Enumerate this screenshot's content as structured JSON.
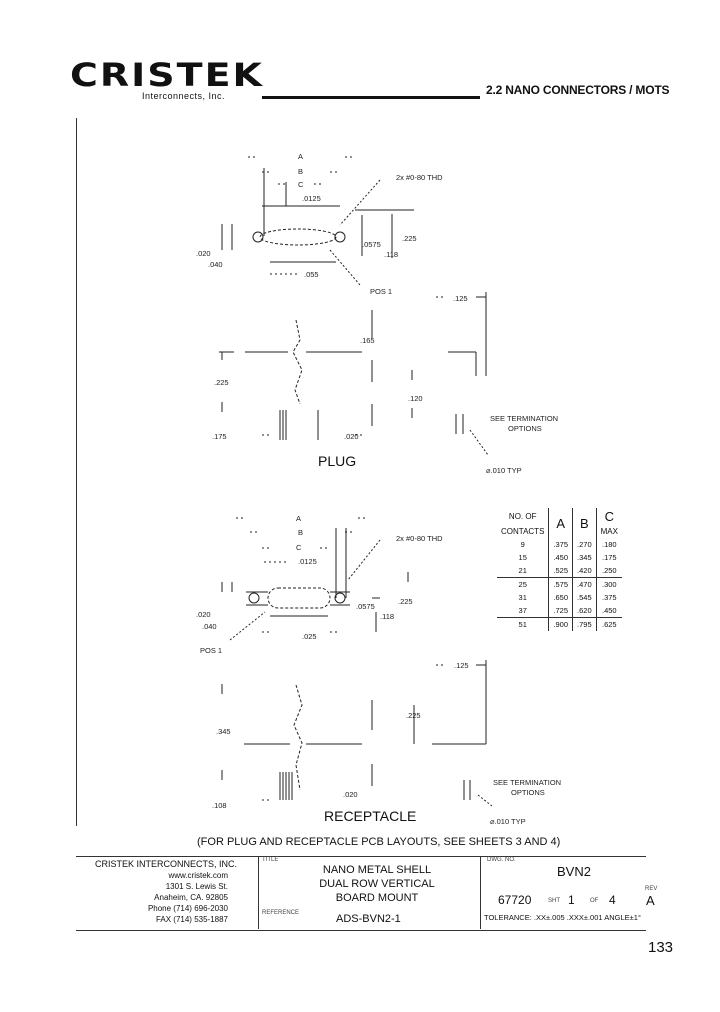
{
  "header": {
    "logo_text": "CRISTEK",
    "logo_sub": "Interconnects, Inc.",
    "title": "2.2 NANO CONNECTORS / MOTS"
  },
  "plug": {
    "dims": {
      "a": "A",
      "b": "B",
      "c": "C",
      "d0125": ".0125",
      "thd": "2x #0-80 THD",
      "d020": ".020",
      "d040": ".040",
      "d0575": ".0575",
      "d225": ".225",
      "d118": ".118",
      "d055": ".055",
      "pos1": "POS 1",
      "d125": ".125",
      "d165": ".165",
      "d225b": ".225",
      "d120": ".120",
      "d175": ".175",
      "d020b": ".020",
      "see_term": "SEE TERMINATION",
      "options": "OPTIONS",
      "dia_typ": "⌀.010 TYP"
    },
    "label": "PLUG"
  },
  "receptacle": {
    "dims": {
      "a": "A",
      "b": "B",
      "c": "C",
      "d0125": ".0125",
      "thd": "2x #0-80 THD",
      "d020": ".020",
      "d040": ".040",
      "d0575": ".0575",
      "d225": ".225",
      "d118": ".118",
      "d025": ".025",
      "pos1": "POS 1",
      "d125": ".125",
      "d345": ".345",
      "d225b": ".225",
      "d020b": ".020",
      "d108": ".108",
      "see_term": "SEE TERMINATION",
      "options": "OPTIONS",
      "dia_typ": "⌀.010 TYP"
    },
    "label": "RECEPTACLE"
  },
  "contacts_table": {
    "header_no_of": "NO. OF",
    "header_contacts": "CONTACTS",
    "col_a": "A",
    "col_b": "B",
    "col_c": "C",
    "col_c_sub": "MAX",
    "rows": [
      [
        "9",
        ".375",
        ".270",
        ".180"
      ],
      [
        "15",
        ".450",
        ".345",
        ".175"
      ],
      [
        "21",
        ".525",
        ".420",
        ".250"
      ],
      [
        "25",
        ".575",
        ".470",
        ".300"
      ],
      [
        "31",
        ".650",
        ".545",
        ".375"
      ],
      [
        "37",
        ".725",
        ".620",
        ".450"
      ],
      [
        "51",
        ".900",
        ".795",
        ".625"
      ]
    ]
  },
  "note": "(FOR PLUG AND RECEPTACLE PCB LAYOUTS, SEE SHEETS 3 AND 4)",
  "title_block": {
    "company": "CRISTEK INTERCONNECTS, INC.",
    "web": "www.cristek.com",
    "street": "1301 S. Lewis St.",
    "city": "Anaheim, CA. 92805",
    "phone": "Phone (714) 696-2030",
    "fax": "FAX (714) 535-1887",
    "title_cap": "TITLE",
    "title_l1": "NANO METAL SHELL",
    "title_l2": "DUAL ROW VERTICAL",
    "title_l3": "BOARD MOUNT",
    "ref_cap": "REFERENCE",
    "ref": "ADS-BVN2-1",
    "dwg_cap": "DWG. NO.",
    "dwg": "BVN2",
    "code": "67720",
    "sht_cap": "SHT",
    "sht": "1",
    "of_cap": "OF",
    "of": "4",
    "rev_cap": "REV",
    "rev": "A",
    "tolerance": "TOLERANCE: .XX±.005 .XXX±.001 ANGLE±1°"
  },
  "page_number": "133"
}
